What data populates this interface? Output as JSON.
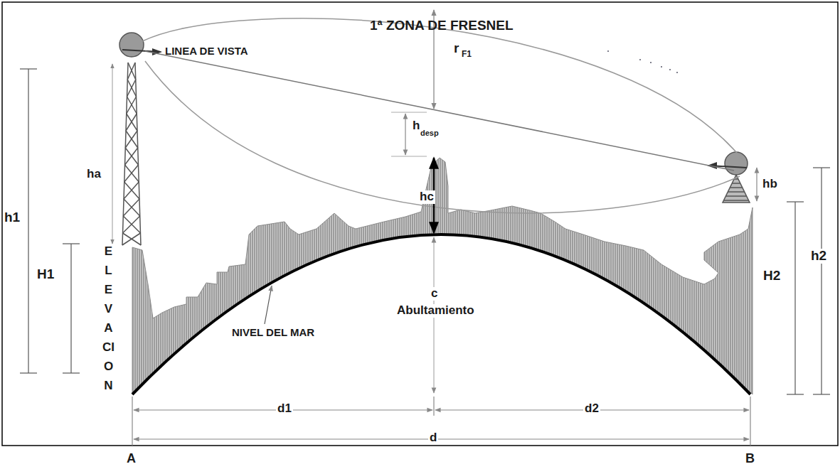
{
  "diagram": {
    "labels": [
      "1ª ZONA DE FRESNEL",
      "r",
      "F1",
      "LINEA DE VISTA",
      "h1",
      "ha",
      "h",
      "desp",
      "hc",
      "hb",
      "H1",
      "ELEVACION",
      "NIVEL DEL MAR",
      "c",
      "Abultamiento",
      "H2",
      "h2",
      "d1",
      "d2",
      "d",
      "A",
      "B"
    ]
  }
}
